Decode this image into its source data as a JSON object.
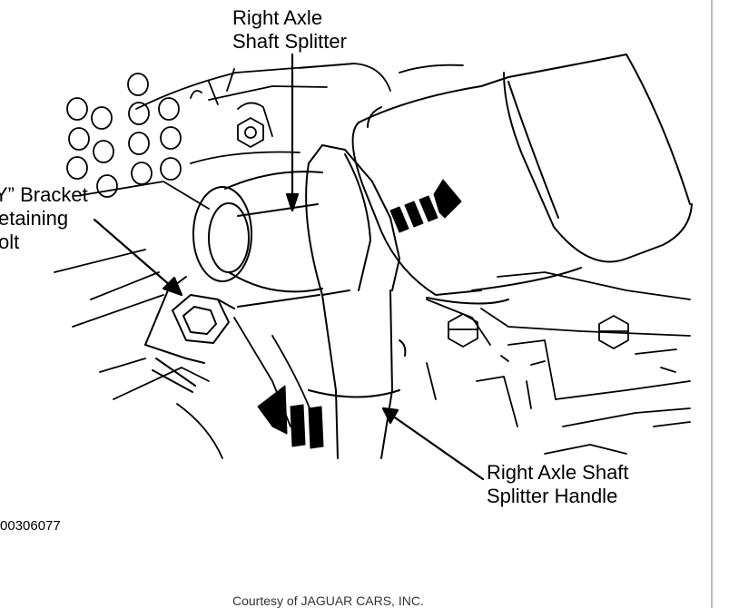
{
  "labels": {
    "splitter": [
      "Right Axle",
      "Shaft Splitter"
    ],
    "bracket": [
      "Y” Bracket",
      "etaining",
      "olt"
    ],
    "handle": [
      "Right Axle Shaft",
      "Splitter Handle"
    ]
  },
  "figure_id": "00306077",
  "credit": "Courtesy of JAGUAR CARS, INC."
}
